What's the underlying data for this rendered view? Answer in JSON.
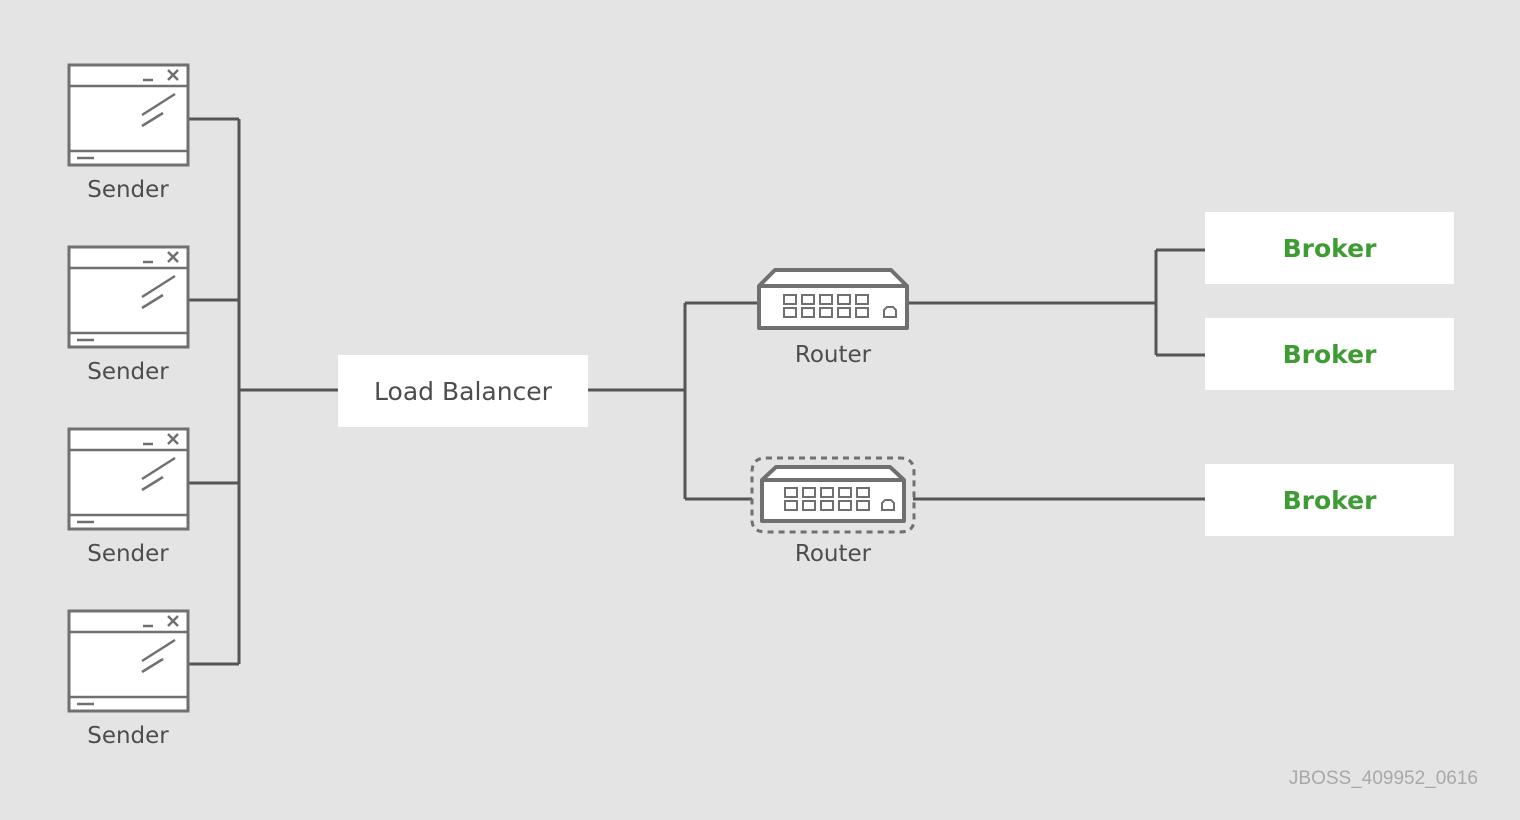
{
  "colors": {
    "background": "#e4e4e4",
    "line": "#555555",
    "icon_stroke": "#707070",
    "broker_text": "#3f9c35",
    "label_text": "#4d4d4d"
  },
  "senders": [
    {
      "label": "Sender",
      "icon": "window-icon"
    },
    {
      "label": "Sender",
      "icon": "window-icon"
    },
    {
      "label": "Sender",
      "icon": "window-icon"
    },
    {
      "label": "Sender",
      "icon": "window-icon"
    }
  ],
  "load_balancer": {
    "label": "Load Balancer"
  },
  "routers": [
    {
      "label": "Router",
      "icon": "router-icon",
      "style": "solid"
    },
    {
      "label": "Router",
      "icon": "router-icon",
      "style": "dashed-outline"
    }
  ],
  "brokers": [
    {
      "label": "Broker"
    },
    {
      "label": "Broker"
    },
    {
      "label": "Broker"
    }
  ],
  "watermark": "JBOSS_409952_0616"
}
